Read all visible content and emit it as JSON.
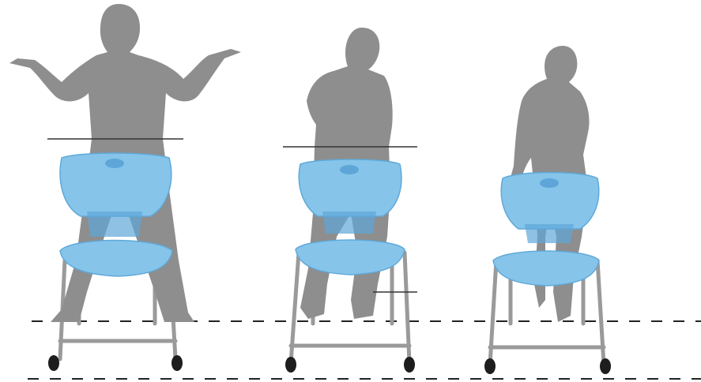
{
  "scene": {
    "subjects": [
      {
        "id": "figure-1",
        "pose": "standing-shrug",
        "chair_color": "#86c4ea"
      },
      {
        "id": "figure-2",
        "pose": "perched",
        "chair_color": "#86c4ea"
      },
      {
        "id": "figure-3",
        "pose": "sitting-back",
        "chair_color": "#86c4ea"
      }
    ],
    "colors": {
      "silhouette": "#8e8e8e",
      "chair": "#86c4ea",
      "frame": "#9a9a9a",
      "background": "#ffffff"
    }
  }
}
